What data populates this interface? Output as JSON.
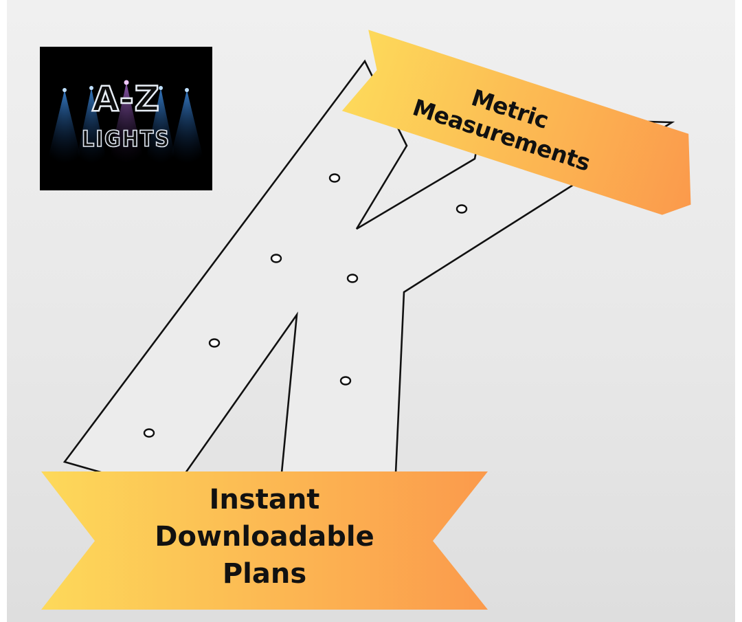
{
  "logo": {
    "line1": "A-Z",
    "line2": "LIGHTS"
  },
  "ribbons": {
    "top": {
      "line1": "Metric",
      "line2": "Measurements"
    },
    "bottom": {
      "line1": "Instant",
      "line2": "Downloadable",
      "line3": "Plans"
    }
  },
  "colors": {
    "ribbon_start": "#FDD95A",
    "ribbon_end": "#FB9A4C",
    "logo_background": "#000000",
    "spotlight": "#2F7FD8",
    "spotlight_center": "#C06FE0",
    "outline": "#111111"
  }
}
